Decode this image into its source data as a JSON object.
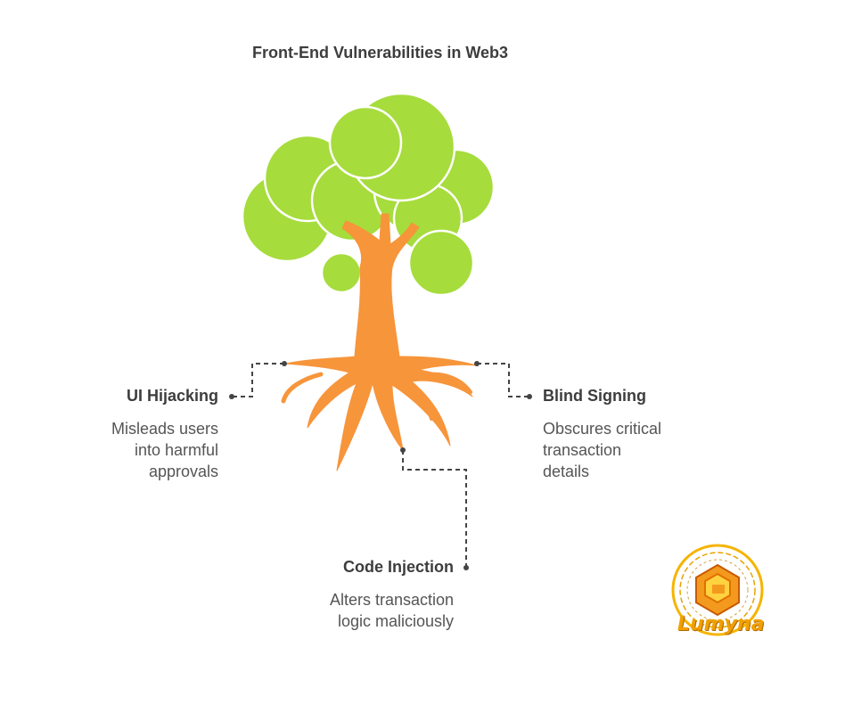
{
  "title": "Front-End Vulnerabilities in Web3",
  "nodes": {
    "ui_hijacking": {
      "title": "UI Hijacking",
      "description_lines": [
        "Misleads users",
        "into harmful",
        "approvals"
      ]
    },
    "blind_signing": {
      "title": "Blind Signing",
      "description_lines": [
        "Obscures critical",
        "transaction",
        "details"
      ]
    },
    "code_injection": {
      "title": "Code Injection",
      "description_lines": [
        "Alters transaction",
        "logic maliciously"
      ]
    }
  },
  "logo": {
    "text": "Lumyna"
  },
  "colors": {
    "foliage": "#a6dc3c",
    "trunk": "#f7953b",
    "connector": "#444444",
    "logo": "#f0a000"
  }
}
